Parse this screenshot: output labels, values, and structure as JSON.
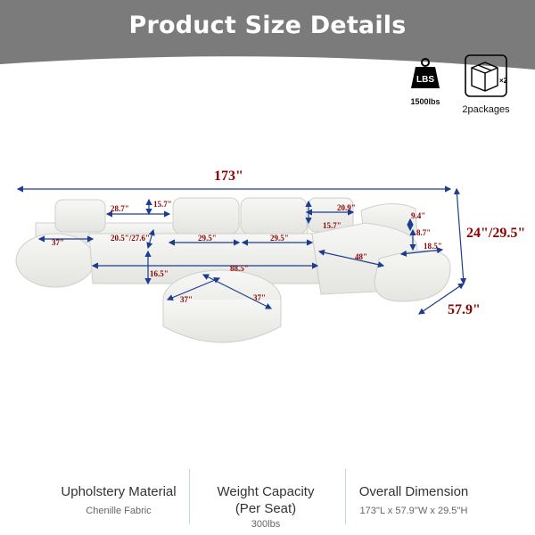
{
  "header": {
    "title": "Product Size Details"
  },
  "badges": {
    "weight": {
      "icon_text": "LBS",
      "caption": "1500lbs"
    },
    "packages": {
      "icon_text": "×2",
      "caption": "2packages"
    }
  },
  "dimensions": {
    "overall_length": "173\"",
    "overall_height": "24\"/29.5\"",
    "overall_depth": "57.9\"",
    "left_arm_depth": "37\"",
    "back_cushion_width": "28.7\"",
    "back_cushion_height_left": "15.7\"",
    "seat_height": "20.5\"/27.6\"",
    "seat_cushion_left": "29.5\"",
    "seat_cushion_right": "29.5\"",
    "back_cushion_right_width": "20.9\"",
    "back_cushion_height_right": "15.7\"",
    "pillow_height": "9.4\"",
    "arm_height": "8.7\"",
    "chaise_depth": "18.5\"",
    "chaise_length": "48\"",
    "seat_depth": "16.5\"",
    "center_length": "88.5\"",
    "ottoman_depth": "37\"",
    "ottoman_width": "37\""
  },
  "footer": {
    "upholstery": {
      "label": "Upholstery Material",
      "value": "Chenille Fabric"
    },
    "capacity": {
      "label_line1": "Weight Capacity",
      "label_line2": "(Per Seat)",
      "value": "300lbs"
    },
    "overall": {
      "label": "Overall Dimension",
      "value": "173''L x 57.9''W x 29.5''H"
    }
  },
  "colors": {
    "banner": "#7b7b7b",
    "arrow": "#1c3d8f",
    "dim_text": "#8b0000"
  }
}
